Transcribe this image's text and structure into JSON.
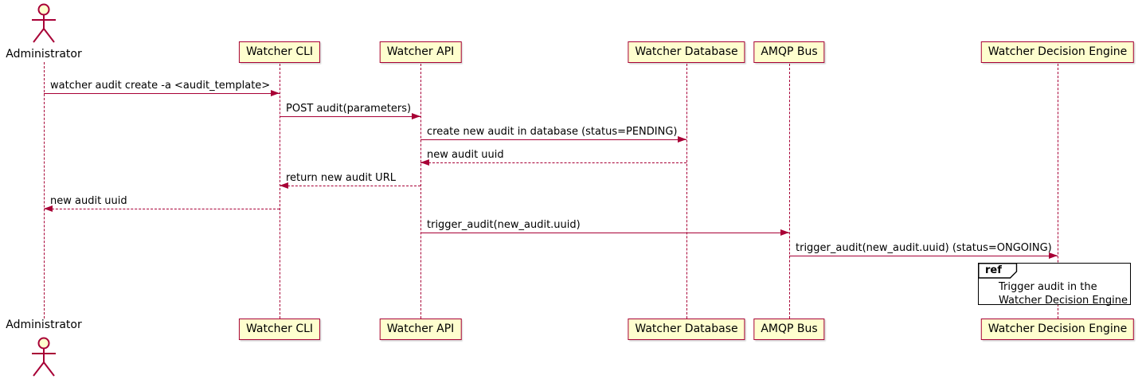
{
  "diagram": {
    "type": "sequence",
    "colors": {
      "participant_fill": "#FEFECE",
      "border": "#A80036",
      "arrow": "#A80036",
      "lifeline": "#A80036",
      "ref_border": "#000000",
      "text": "#000000"
    }
  },
  "participants": [
    {
      "label": "Administrator",
      "type": "actor"
    },
    {
      "label": "Watcher CLI",
      "type": "box"
    },
    {
      "label": "Watcher API",
      "type": "box"
    },
    {
      "label": "Watcher Database",
      "type": "box"
    },
    {
      "label": "AMQP Bus",
      "type": "box"
    },
    {
      "label": "Watcher Decision Engine",
      "type": "box"
    }
  ],
  "messages": [
    {
      "from": "Administrator",
      "to": "Watcher CLI",
      "label": "watcher audit create -a <audit_template>",
      "line": "solid"
    },
    {
      "from": "Watcher CLI",
      "to": "Watcher API",
      "label": "POST audit(parameters)",
      "line": "solid"
    },
    {
      "from": "Watcher API",
      "to": "Watcher Database",
      "label": "create new audit in database (status=PENDING)",
      "line": "solid"
    },
    {
      "from": "Watcher Database",
      "to": "Watcher API",
      "label": "new audit uuid",
      "line": "dashed"
    },
    {
      "from": "Watcher API",
      "to": "Watcher CLI",
      "label": "return new audit URL",
      "line": "dashed"
    },
    {
      "from": "Watcher CLI",
      "to": "Administrator",
      "label": "new audit uuid",
      "line": "dashed"
    },
    {
      "from": "Watcher API",
      "to": "AMQP Bus",
      "label": "trigger_audit(new_audit.uuid)",
      "line": "solid"
    },
    {
      "from": "AMQP Bus",
      "to": "Watcher Decision Engine",
      "label": "trigger_audit(new_audit.uuid) (status=ONGOING)",
      "line": "solid"
    }
  ],
  "ref": {
    "keyword": "ref",
    "lines": [
      "Trigger audit in the",
      "Watcher Decision Engine"
    ]
  }
}
